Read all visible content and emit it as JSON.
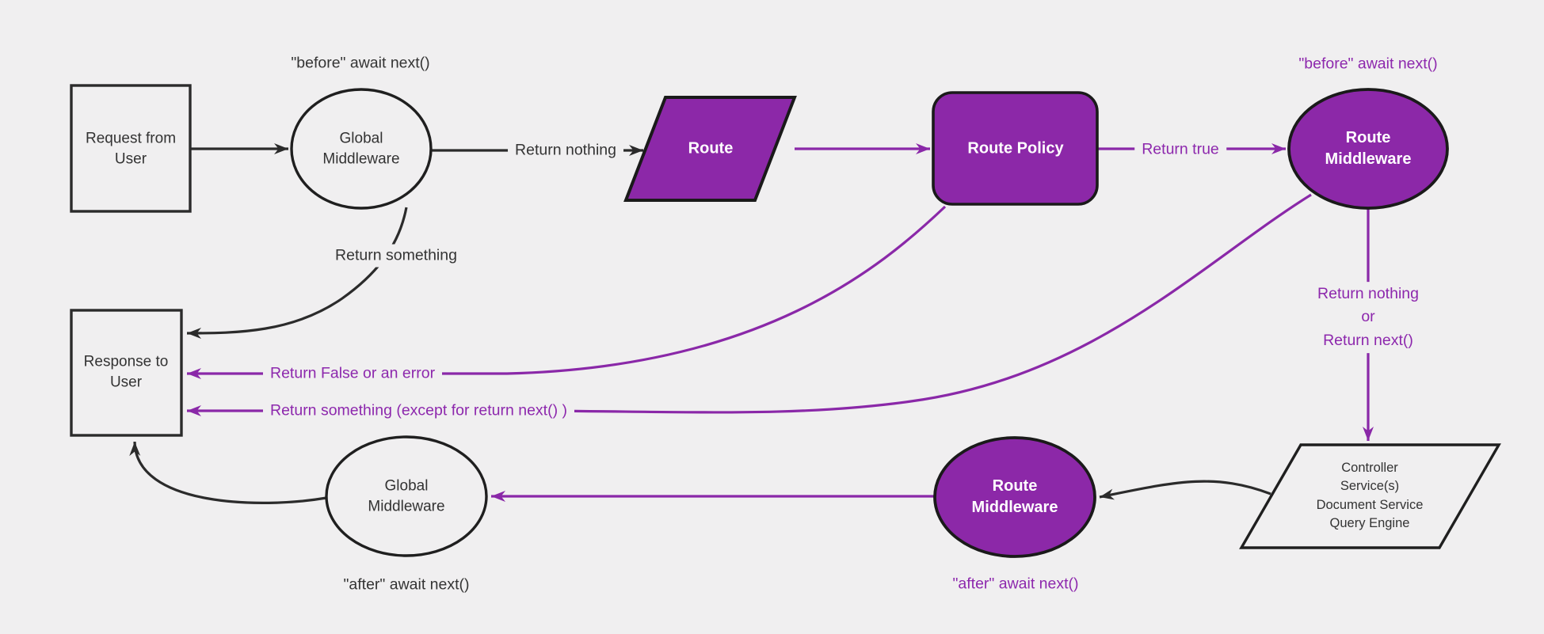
{
  "diagram": {
    "title": "Strapi request / middleware flowchart",
    "colors": {
      "background": "#f0eff0",
      "purple_fill": "#8c28a8",
      "purple_line": "#8a28a8",
      "purple_text": "#8d28ad",
      "dark_line": "#2b2b2b",
      "dark_text": "#333333",
      "white_text": "#ffffff"
    },
    "nodes": {
      "request": {
        "label": "Request from\nUser",
        "shape": "rectangle"
      },
      "global_middleware_top": {
        "label": "Global\nMiddleware",
        "shape": "ellipse"
      },
      "route": {
        "label": "Route",
        "shape": "parallelogram"
      },
      "route_policy": {
        "label": "Route Policy",
        "shape": "rounded-rectangle"
      },
      "route_middleware_top": {
        "label": "Route\nMiddleware",
        "shape": "ellipse"
      },
      "controller": {
        "label": "Controller\nService(s)\nDocument Service\nQuery Engine",
        "shape": "parallelogram"
      },
      "route_middleware_bottom": {
        "label": "Route\nMiddleware",
        "shape": "ellipse"
      },
      "global_middleware_bottom": {
        "label": "Global\nMiddleware",
        "shape": "ellipse"
      },
      "response": {
        "label": "Response to\nUser",
        "shape": "rectangle"
      }
    },
    "labels": {
      "before_await_global": "\"before\" await next()",
      "return_nothing": "Return nothing",
      "return_true": "Return true",
      "before_await_route": "\"before\" await next()",
      "return_nothing_or_next": "Return nothing\nor\nReturn next()",
      "return_something": "Return something",
      "return_false_or_error": "Return False or an error",
      "return_something_except": "Return something (except for return next() )",
      "after_await_route": "\"after\" await next()",
      "after_await_global": "\"after\" await next()"
    }
  }
}
